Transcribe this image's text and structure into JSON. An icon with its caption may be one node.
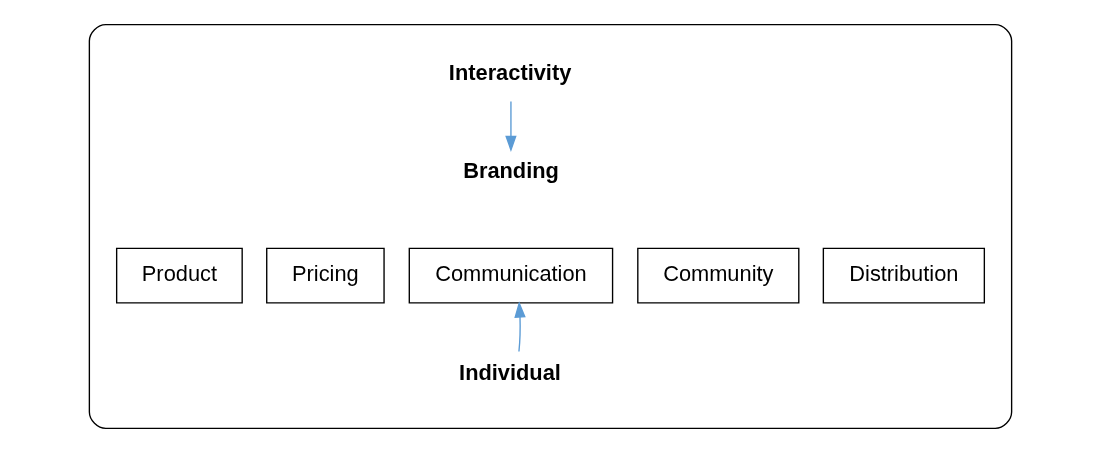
{
  "diagram": {
    "nodes": [
      {
        "text": [],
        "shape": "box"
      },
      {
        "text": [
          "Interactivity"
        ],
        "in": 0
      },
      {
        "text": [
          "Branding"
        ],
        "in": 0
      },
      {
        "text": [
          "Product"
        ],
        "in": 0
      },
      {
        "text": [
          "Pricing"
        ],
        "in": 0
      },
      {
        "text": [
          "Communication"
        ],
        "in": 0
      },
      {
        "text": [
          "Community"
        ],
        "in": 0
      },
      {
        "text": [
          "Distribution"
        ],
        "in": 0
      },
      {
        "text": [
          "Individual"
        ],
        "in": 0
      }
    ],
    "edges": [
      {
        "from": 1,
        "to": 2,
        "arrow": "to",
        "color": "#5b9bd5"
      },
      {
        "from": 8,
        "to": 5,
        "arrow": "to",
        "color": "#5b9bd5"
      }
    ]
  }
}
